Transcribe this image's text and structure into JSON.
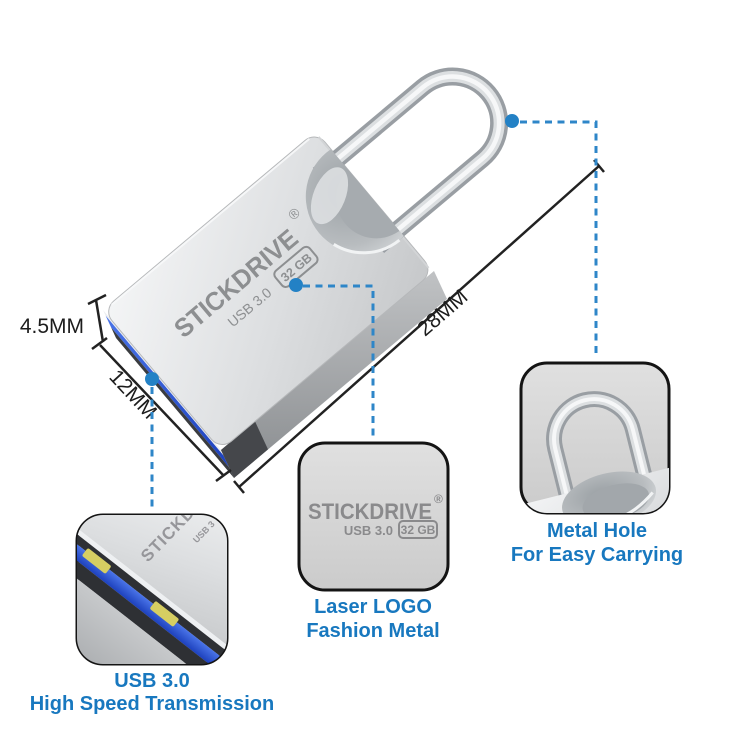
{
  "product": {
    "brand": "STICKDRIVE",
    "registered": "®",
    "usb_label": "USB 3.0",
    "capacity": "32 GB"
  },
  "dimensions": {
    "thickness": "4.5MM",
    "width": "12MM",
    "length": "28MM"
  },
  "callouts": {
    "usb": {
      "title": "USB 3.0",
      "subtitle": "High Speed Transmission",
      "engraving_primary": "STICKD",
      "engraving_secondary": "USB 3"
    },
    "logo": {
      "title": "Laser LOGO",
      "subtitle": "Fashion Metal",
      "brand": "STICKDRIVE",
      "registered": "®",
      "usb_label": "USB 3.0",
      "capacity": "32 GB"
    },
    "hole": {
      "title": "Metal Hole",
      "subtitle": "For Easy Carrying"
    }
  },
  "colors": {
    "label_blue": "#1878bf",
    "dash_blue": "#2e86c8",
    "dot_blue": "#2381c5",
    "connector_blue": "#2b55d6",
    "dimension_black": "#1c1c1c",
    "engraving_gray": "#8d8f91",
    "body_silver": "#d9dadc",
    "callout_fill": "#d7d7d7",
    "background": "#ffffff"
  }
}
